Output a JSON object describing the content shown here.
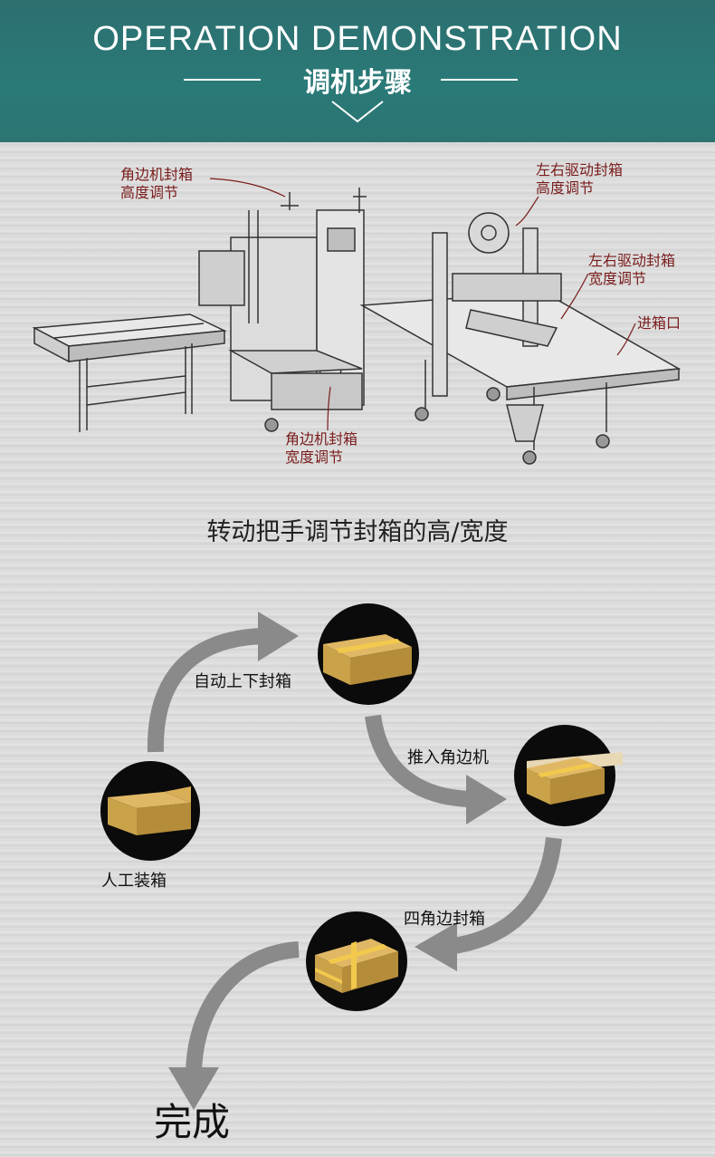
{
  "header": {
    "title_en": "OPERATION DEMONSTRATION",
    "title_cn": "调机步骤",
    "accent_color": "#2b7472"
  },
  "machine": {
    "labels": {
      "corner_height": [
        "角边机封箱",
        "高度调节"
      ],
      "side_height": [
        "左右驱动封箱",
        "高度调节"
      ],
      "side_width": [
        "左右驱动封箱",
        "宽度调节"
      ],
      "inlet": "进箱口",
      "corner_width": [
        "角边机封箱",
        "宽度调节"
      ]
    },
    "label_color": "#7a1c1c"
  },
  "caption": "转动把手调节封箱的高/宽度",
  "flow": {
    "steps": [
      {
        "label": "人工装箱",
        "icon": "open-box-icon"
      },
      {
        "label": "自动上下封箱",
        "icon": "taped-box-icon"
      },
      {
        "label": "推入角边机",
        "icon": "box-on-rail-icon"
      },
      {
        "label": "四角边封箱",
        "icon": "corner-taped-box-icon"
      }
    ],
    "done": "完成",
    "arrow_color": "#8a8a8a",
    "box_color": "#c9a24a"
  }
}
